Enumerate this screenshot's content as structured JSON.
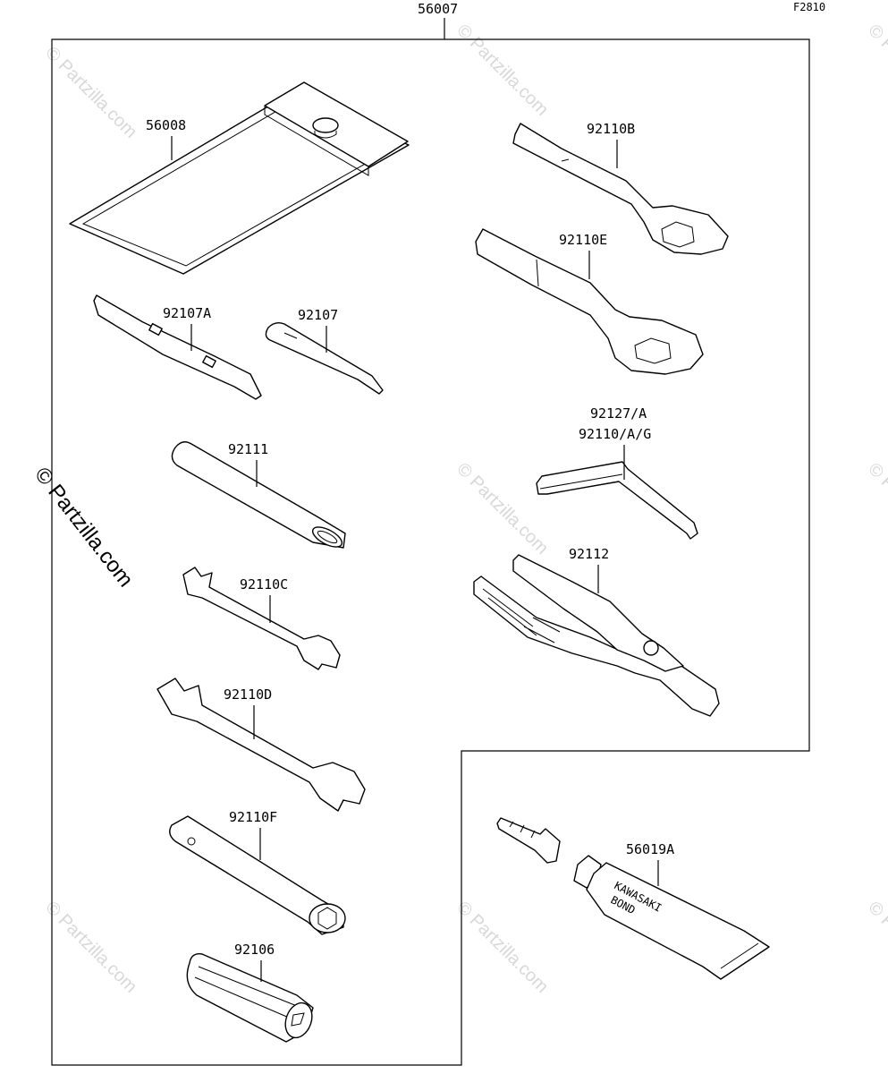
{
  "figure": {
    "code": "F2810",
    "kit_number": "56007"
  },
  "watermark": {
    "main": "© Partzilla.com",
    "faint": "© Partzilla.com"
  },
  "parts": [
    {
      "id": "56008"
    },
    {
      "id": "92107A"
    },
    {
      "id": "92107"
    },
    {
      "id": "92111"
    },
    {
      "id": "92110C"
    },
    {
      "id": "92110D"
    },
    {
      "id": "92110F"
    },
    {
      "id": "92106"
    },
    {
      "id": "92110B"
    },
    {
      "id": "92110E"
    },
    {
      "id": "92127/A"
    },
    {
      "id": "92110/A/G"
    },
    {
      "id": "92112"
    },
    {
      "id": "56019A"
    }
  ],
  "tube_print": {
    "line1": "KAWASAKI",
    "line2": "BOND"
  }
}
